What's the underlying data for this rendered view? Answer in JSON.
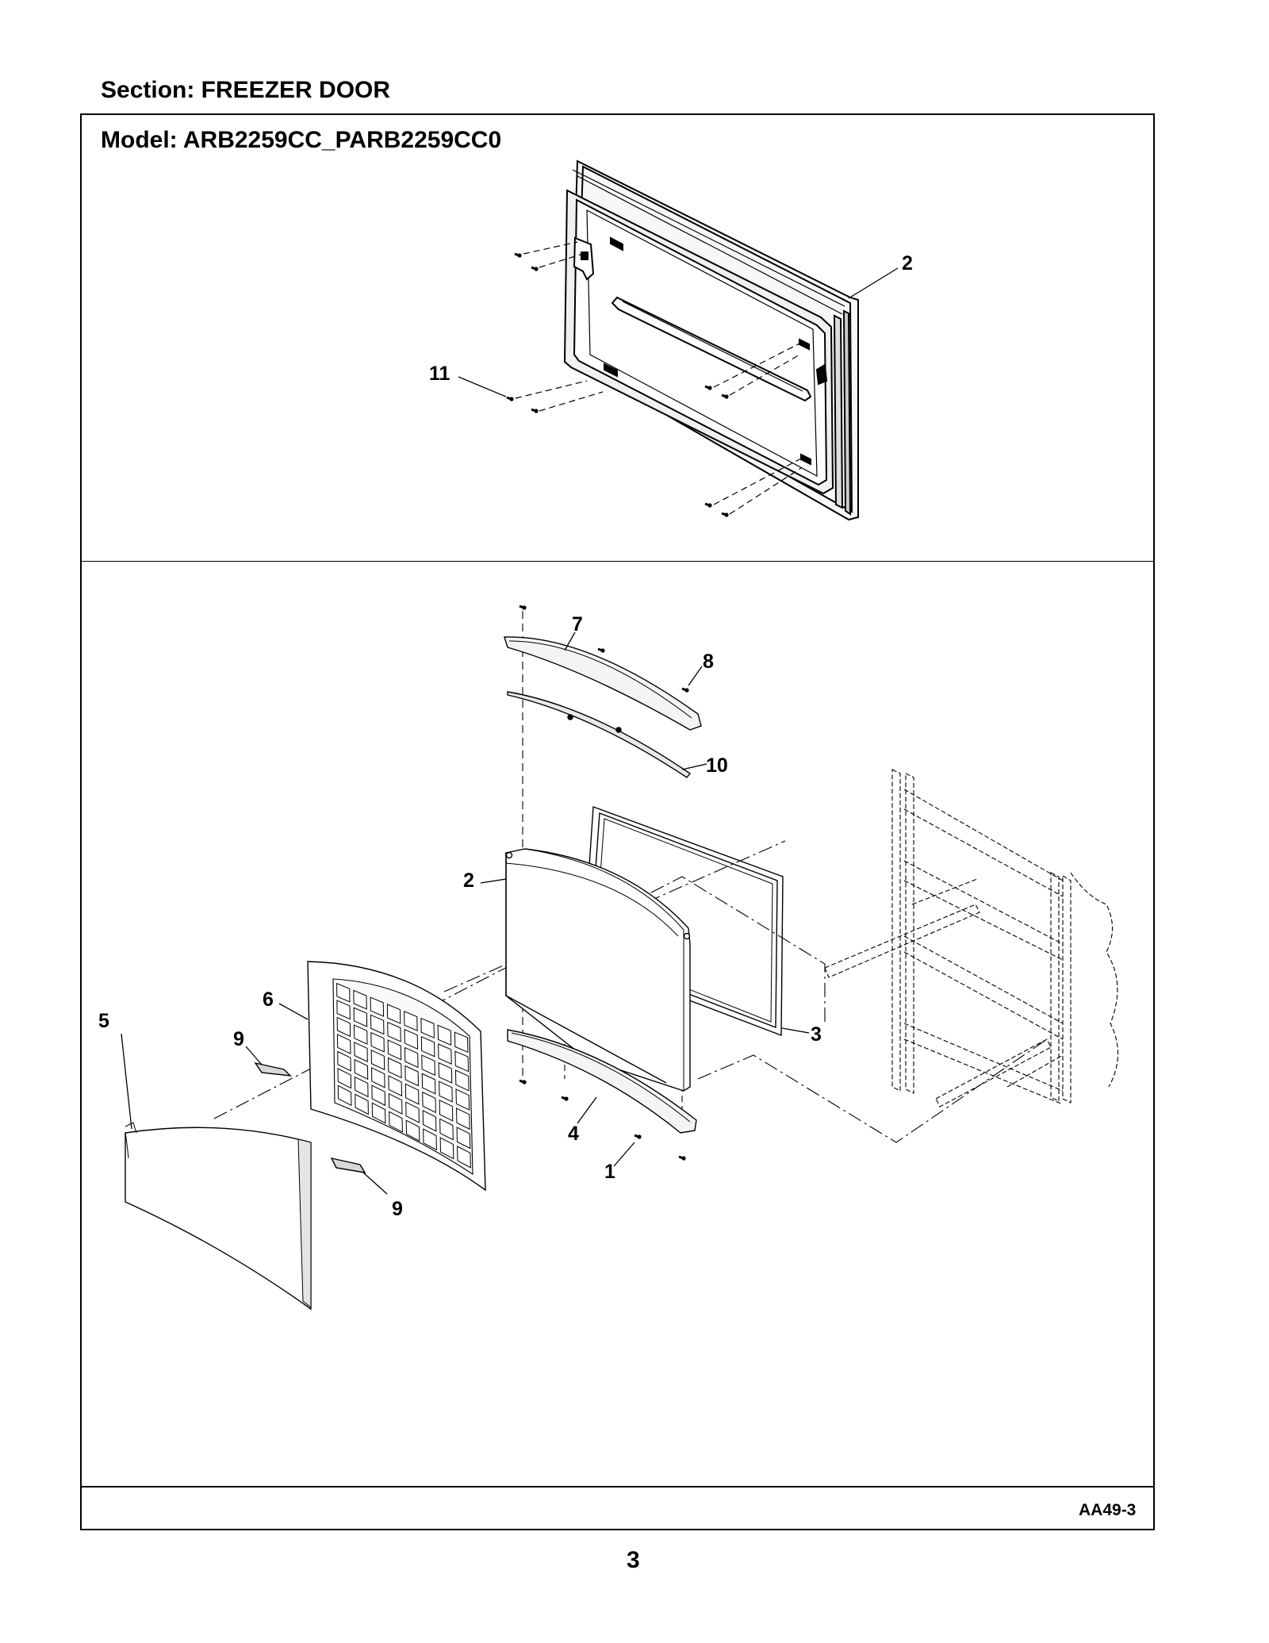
{
  "section": "Section:  FREEZER DOOR",
  "model": "Model:  ARB2259CC_PARB2259CC0",
  "diagram_code": "AA49-3",
  "page_number": "3",
  "callouts": {
    "door_top": "2",
    "screw_top": "11",
    "handle_top_7": "7",
    "screw_8": "8",
    "trim_10": "10",
    "door_front_2": "2",
    "gasket_3": "3",
    "handle_bottom_4": "4",
    "screw_1": "1",
    "panel_5": "5",
    "grid_6": "6",
    "clip_9a": "9",
    "clip_9b": "9"
  }
}
